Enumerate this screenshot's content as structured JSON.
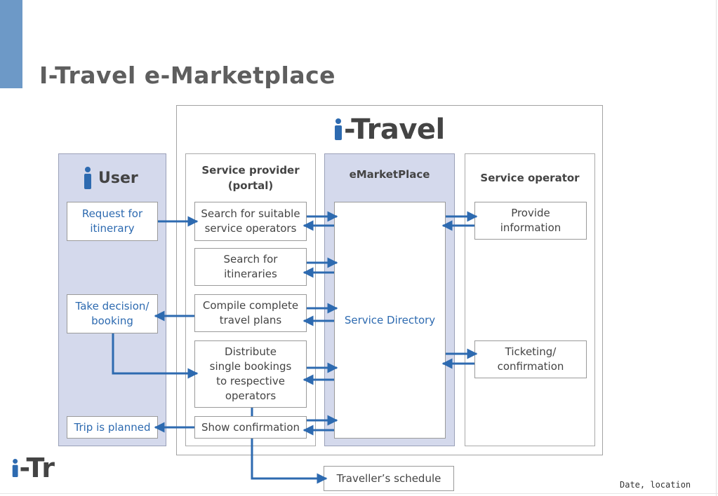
{
  "slide": {
    "title": "I-Travel e-Marketplace",
    "footer": "Date, location"
  },
  "diagram": {
    "brand": "-Travel",
    "columns": {
      "user": {
        "heading": "User",
        "boxes": {
          "request": "Request for\nitinerary",
          "decision": "Take decision/\nbooking",
          "planned": "Trip is planned"
        }
      },
      "service_provider": {
        "heading": "Service provider\n(portal)",
        "boxes": {
          "search_operators": "Search for suitable\nservice operators",
          "search_itineraries": "Search for\nitineraries",
          "compile": "Compile complete\ntravel plans",
          "distribute": "Distribute\nsingle bookings\nto respective\noperators",
          "confirm": "Show confirmation"
        }
      },
      "emarketplace": {
        "heading": "eMarketPlace",
        "directory": "Service Directory"
      },
      "service_operator": {
        "heading": "Service operator",
        "boxes": {
          "provide": "Provide\ninformation",
          "ticketing": "Ticketing/\nconfirmation"
        }
      }
    },
    "output_box": "Traveller’s schedule"
  },
  "footer_logo": {
    "text": "-Tr"
  },
  "colors": {
    "accent": "#6d99c7",
    "arrow": "#2d6ab0",
    "column_fill": "#d4d9ec",
    "title": "#5e5e5e"
  }
}
